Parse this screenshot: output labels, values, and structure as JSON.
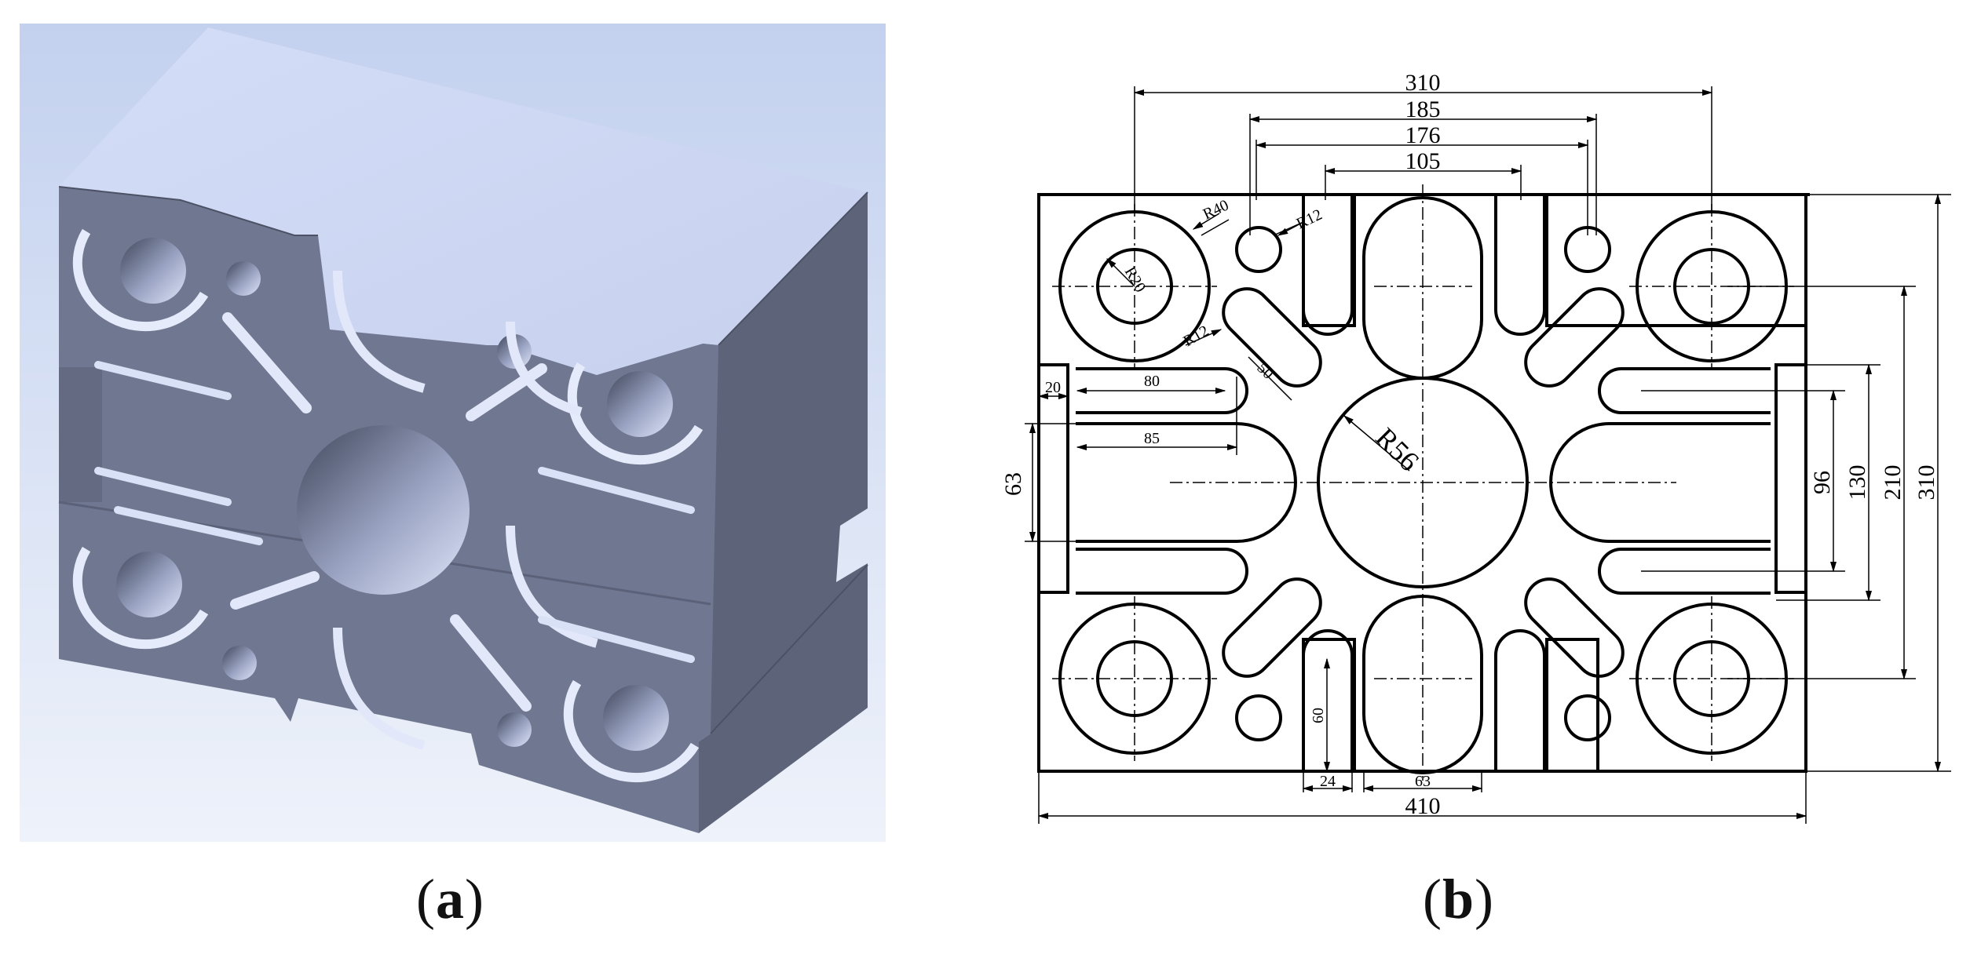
{
  "panels": [
    {
      "id": "a",
      "label": "a"
    },
    {
      "id": "b",
      "label": "b"
    }
  ],
  "drawing_b": {
    "dimensions": {
      "top_overall": "310",
      "top_185": "185",
      "top_176": "176",
      "top_105": "105",
      "r40": "R40",
      "r20": "R20",
      "r12_top": "R12",
      "r12_left": "R12",
      "d50": "50",
      "d20": "20",
      "d80": "80",
      "d85": "85",
      "left_63": "63",
      "r56": "R56",
      "right_96": "96",
      "right_130": "130",
      "right_210": "210",
      "right_310": "310",
      "bottom_60": "60",
      "bottom_24": "24",
      "bottom_63": "63",
      "bottom_410": "410"
    }
  },
  "colors": {
    "sky_top": "#c6d4f0",
    "sky_bottom": "#e4ebf7",
    "part_top_face": "#d8e0f8",
    "part_front_face": "#6f7690",
    "part_side_face": "#5c6378",
    "line": "#000000"
  }
}
